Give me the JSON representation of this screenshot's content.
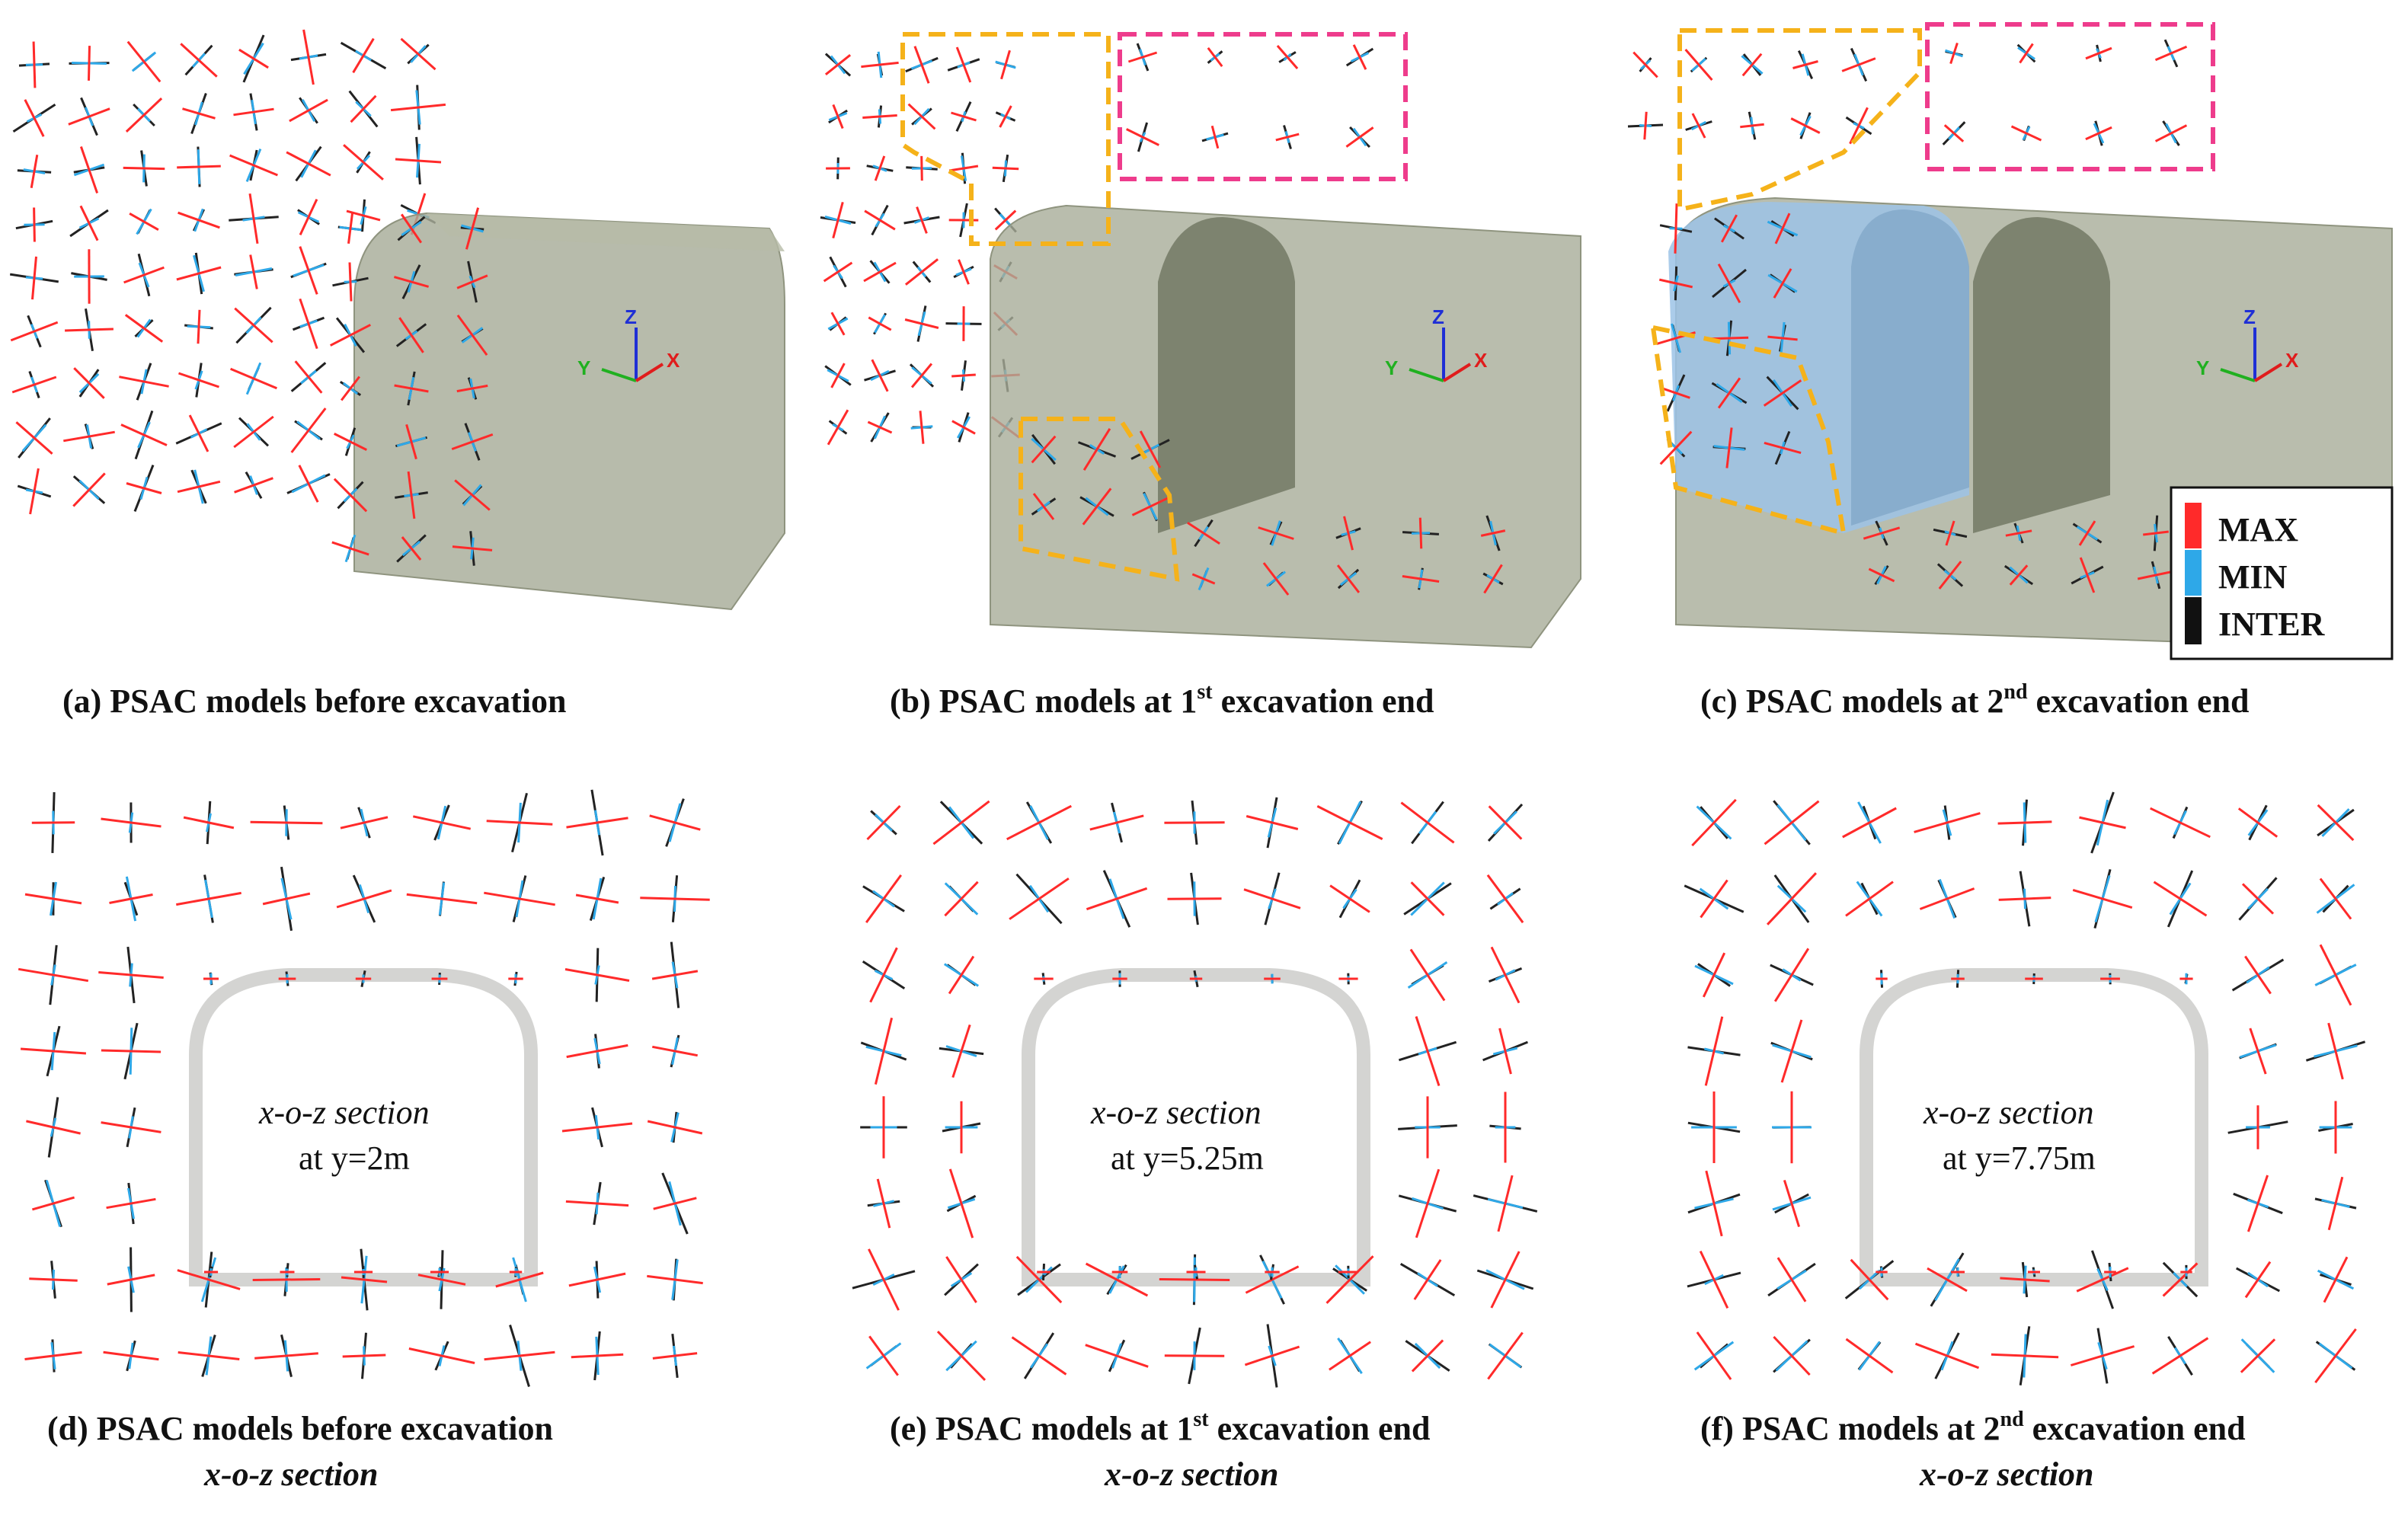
{
  "panels": [
    {
      "id": "a",
      "caption": [
        "(a) PSAC models before excavation"
      ]
    },
    {
      "id": "b",
      "caption": [
        "(b) PSAC models at 1",
        "st",
        " excavation end"
      ]
    },
    {
      "id": "c",
      "caption": [
        "(c) PSAC models at 2",
        "nd",
        " excavation end"
      ]
    },
    {
      "id": "d",
      "caption": [
        "(d) PSAC models before excavation"
      ],
      "caption2": "x-o-z section",
      "section_line1": "x-o-z section",
      "section_line2": "at y=2m"
    },
    {
      "id": "e",
      "caption": [
        "(e) PSAC models at 1",
        "st",
        " excavation end"
      ],
      "caption2": "x-o-z section",
      "section_line1": "x-o-z section",
      "section_line2": "at y=5.25m"
    },
    {
      "id": "f",
      "caption": [
        "(f) PSAC models at 2",
        "nd",
        " excavation end"
      ],
      "caption2": "x-o-z section",
      "section_line1": "x-o-z section",
      "section_line2": "at y=7.75m"
    }
  ],
  "axis_labels": {
    "z": "Z",
    "y": "Y",
    "x": "X"
  },
  "legend": [
    {
      "label": "MAX",
      "color": "#ff2a2a"
    },
    {
      "label": "MIN",
      "color": "#2ea8e8"
    },
    {
      "label": "INTER",
      "color": "#111111"
    }
  ],
  "colors": {
    "max": "#ff2a2a",
    "min": "#2ea8e8",
    "inter": "#222222",
    "tunnel": "#a7ac98",
    "excavated": "#9cc3e6",
    "highlight_yellow": "#f5b21a",
    "highlight_pink": "#ee3c8c",
    "lining": "#d4d4d2"
  }
}
